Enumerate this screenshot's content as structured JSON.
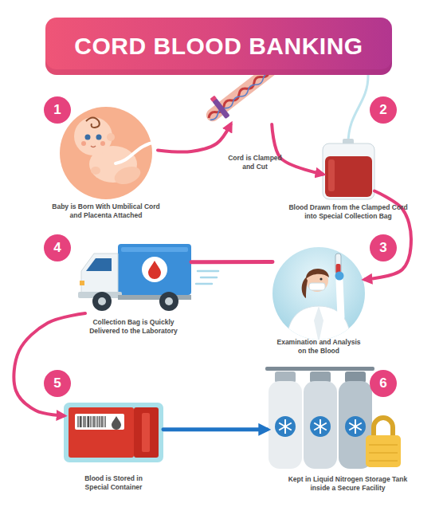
{
  "diagram": {
    "title": "CORD BLOOD BANKING",
    "nodes": [
      {
        "text": [
          "Baby is Born With Umbilical Cord and Placenta Attached"
        ]
      },
      {
        "text": [
          "Cord is Clamped and Cut"
        ]
      },
      {
        "text": [
          "Blood Drawn from the Clamped Cord into Special Collection Bag"
        ]
      },
      {
        "text": [
          "Examination and Analysis on the Blood"
        ]
      },
      {
        "text": [
          "Collection Bag is Quickly Delivered to the Laboratory"
        ]
      },
      {
        "text": [
          "Blood is Stored in Special Container"
        ]
      },
      {
        "text": [
          "Kept in Liquid Nitrogen Storage Tank inside a Secure Facility"
        ]
      }
    ],
    "edges": [
      {
        "from": 0,
        "to": 1,
        "arrow": "to"
      },
      {
        "from": 1,
        "to": 2,
        "arrow": "to"
      },
      {
        "from": 2,
        "to": 3,
        "arrow": "to"
      },
      {
        "from": 3,
        "to": 4,
        "arrow": "none"
      },
      {
        "from": 4,
        "to": 5,
        "arrow": "to"
      },
      {
        "from": 5,
        "to": 6,
        "arrow": "to"
      }
    ],
    "labels": [
      "1",
      "2",
      "3",
      "4",
      "5",
      "6"
    ]
  }
}
